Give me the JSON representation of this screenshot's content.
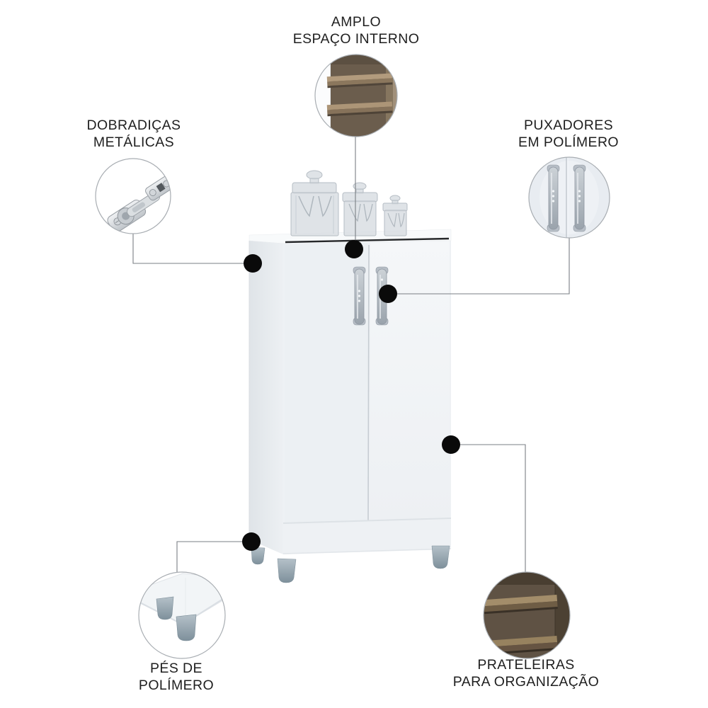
{
  "callouts": {
    "interior": {
      "line1": "AMPLO",
      "line2": "ESPAÇO INTERNO"
    },
    "hinges": {
      "line1": "DOBRADIÇAS",
      "line2": "METÁLICAS"
    },
    "handles": {
      "line1": "PUXADORES",
      "line2": "EM POLÍMERO"
    },
    "feet": {
      "line1": "PÉS DE",
      "line2": "POLÍMERO"
    },
    "shelves": {
      "line1": "PRATELEIRAS",
      "line2": "PARA ORGANIZAÇÃO"
    }
  },
  "graphics": {
    "product": "white-two-door-cabinet",
    "decor": "three-glass-canisters-on-top",
    "insets": {
      "interior": "open-cabinet-interior-photo",
      "hinges": "metal-concealed-hinge-photo",
      "handles": "polymer-door-handles-photo",
      "feet": "polymer-feet-photo",
      "shelves": "wooden-shelves-photo"
    }
  },
  "colors": {
    "background": "#ffffff",
    "text": "#1f1f1f",
    "leader_line": "#7a7f84",
    "callout_dot": "#0a0a0a",
    "circle_border": "#a8adb2",
    "cabinet_body": "#f2f5f7",
    "cabinet_side": "#e3e7eb",
    "cabinet_top_gap": "#26282a",
    "handle_gray": "#aab3bc",
    "foot_gray": "#8e9fab",
    "shelf_wood": "#a38d6a",
    "interior_wood": "#6b5d4d"
  }
}
